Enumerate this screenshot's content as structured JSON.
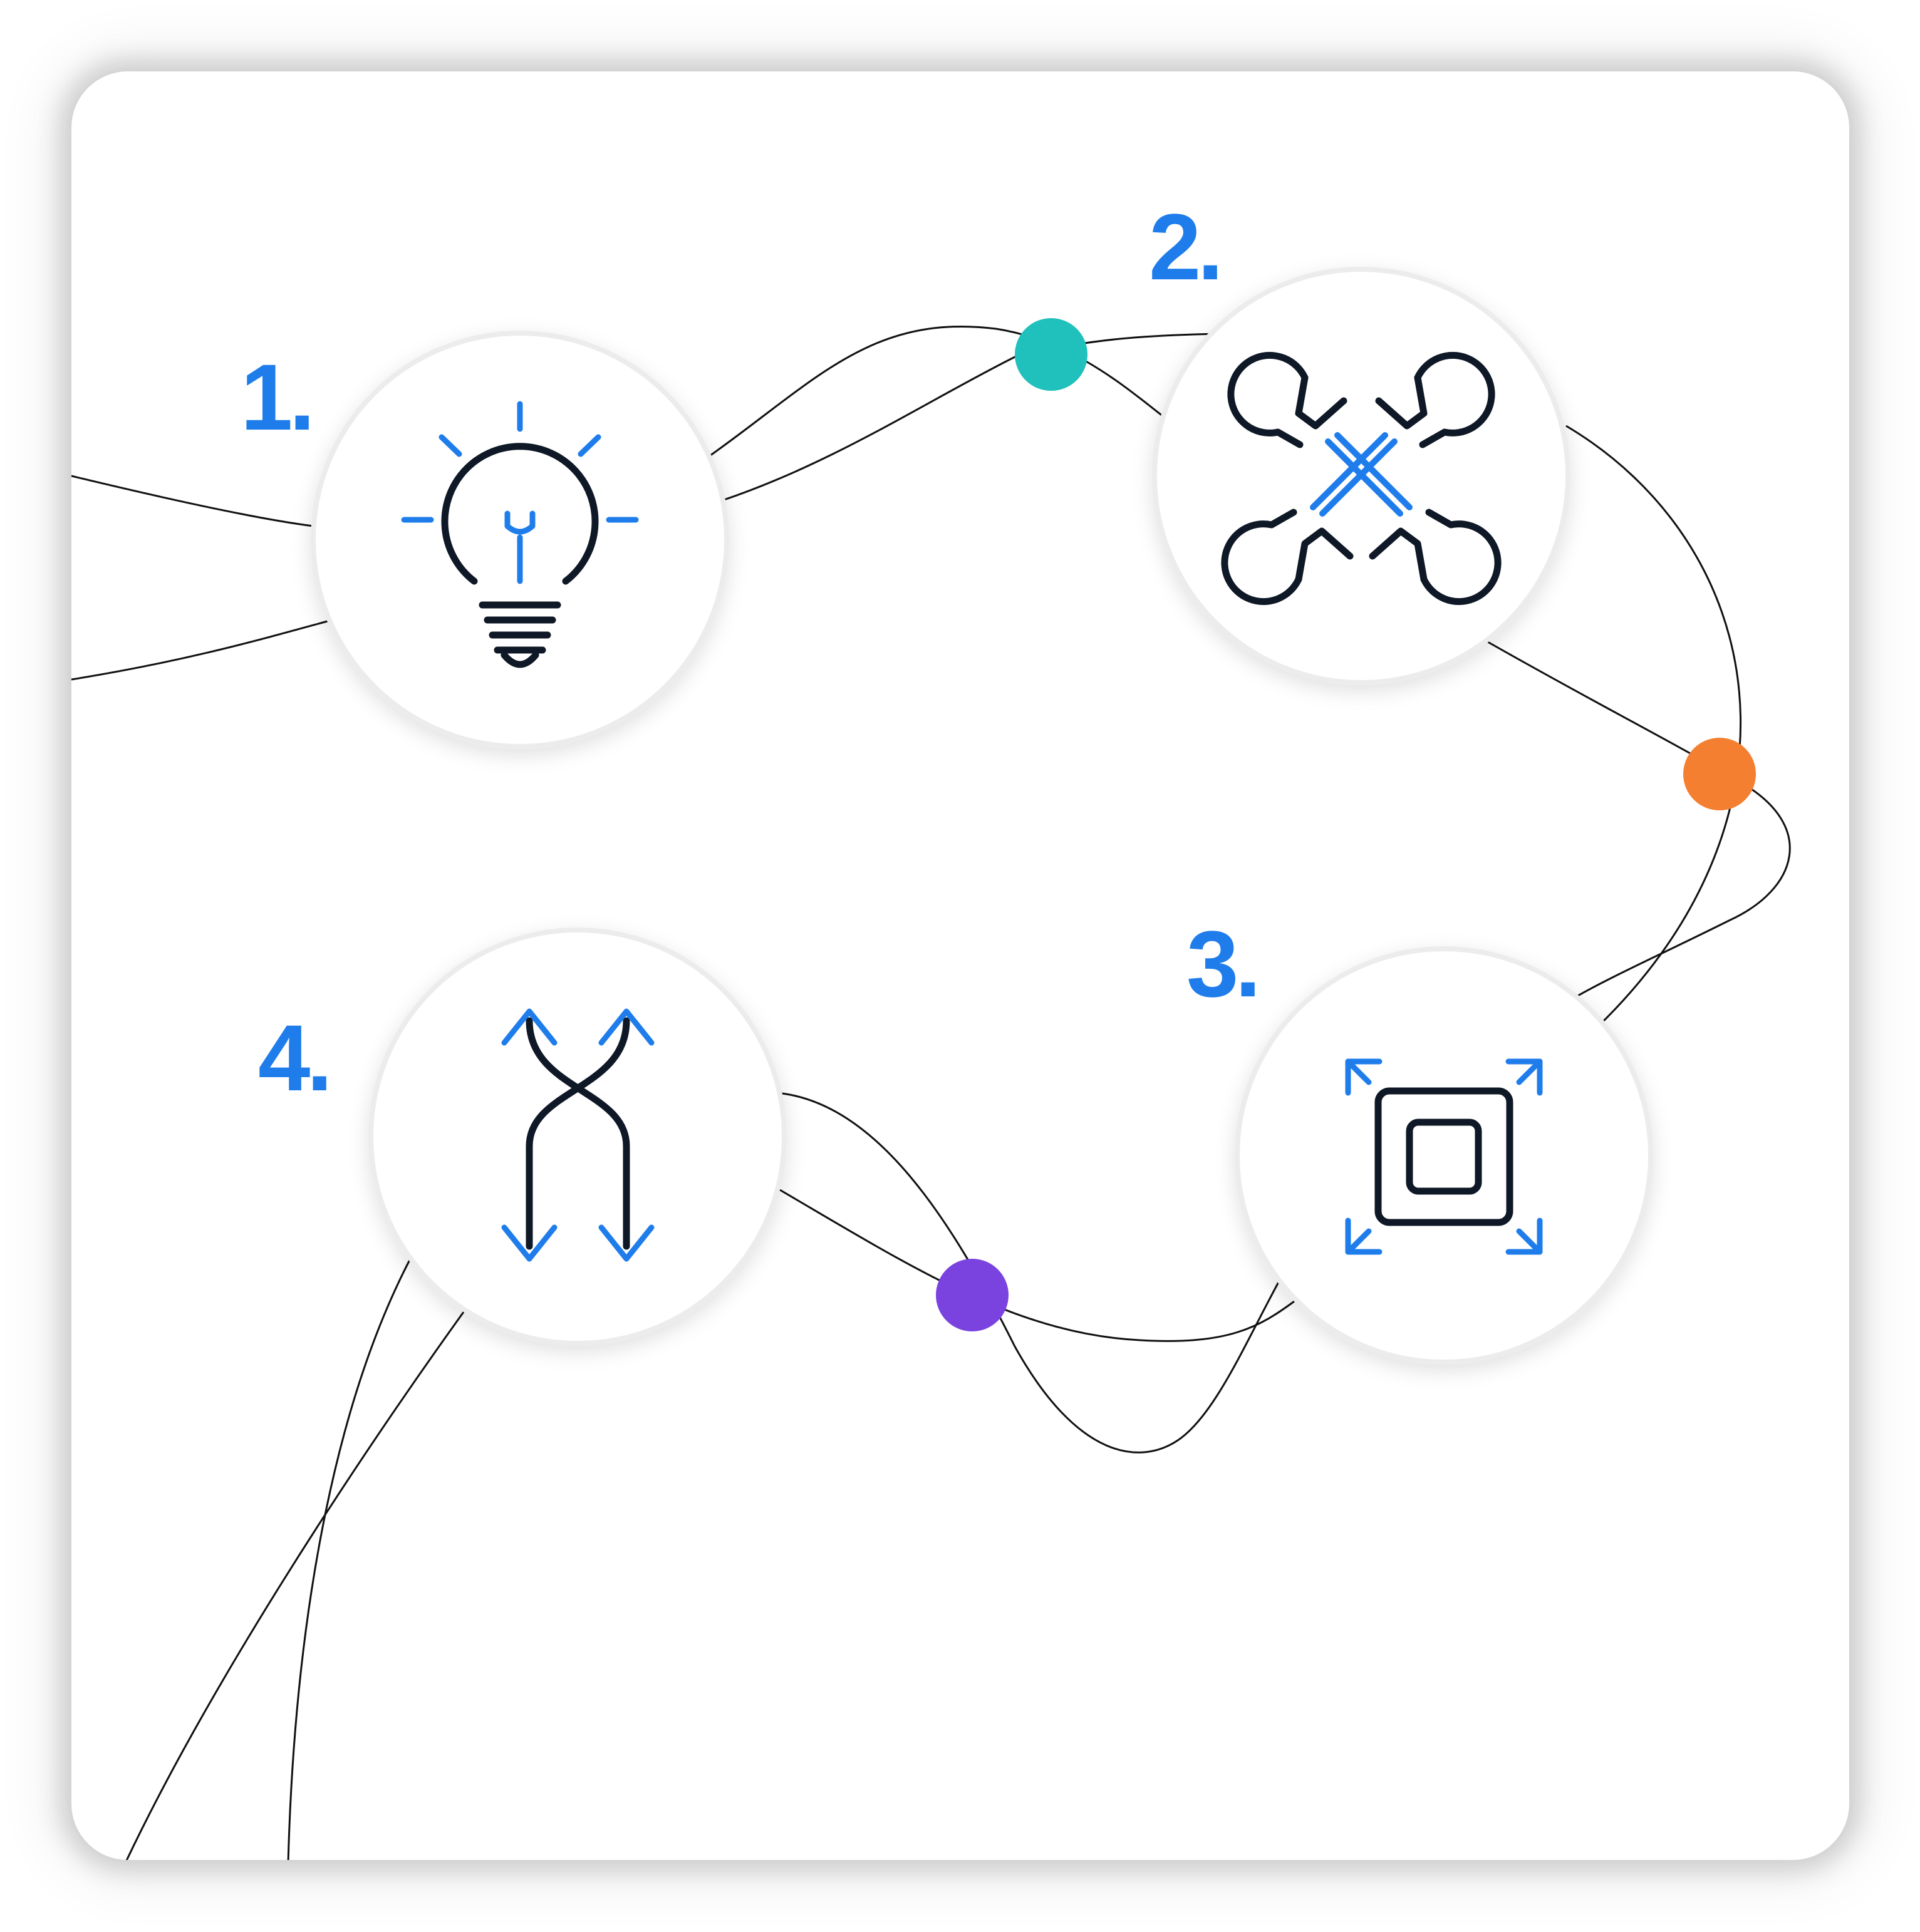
{
  "colors": {
    "accent_blue": "#1F7DEB",
    "icon_dark": "#0F1826",
    "line": "#111111",
    "dot_teal": "#20C1BC",
    "dot_orange": "#F47F30",
    "dot_purple": "#7A43E0"
  },
  "steps": [
    {
      "number": "1.",
      "icon": "lightbulb-icon"
    },
    {
      "number": "2.",
      "icon": "crossed-wrenches-icon"
    },
    {
      "number": "3.",
      "icon": "expand-square-icon"
    },
    {
      "number": "4.",
      "icon": "crossing-arrows-icon"
    }
  ]
}
